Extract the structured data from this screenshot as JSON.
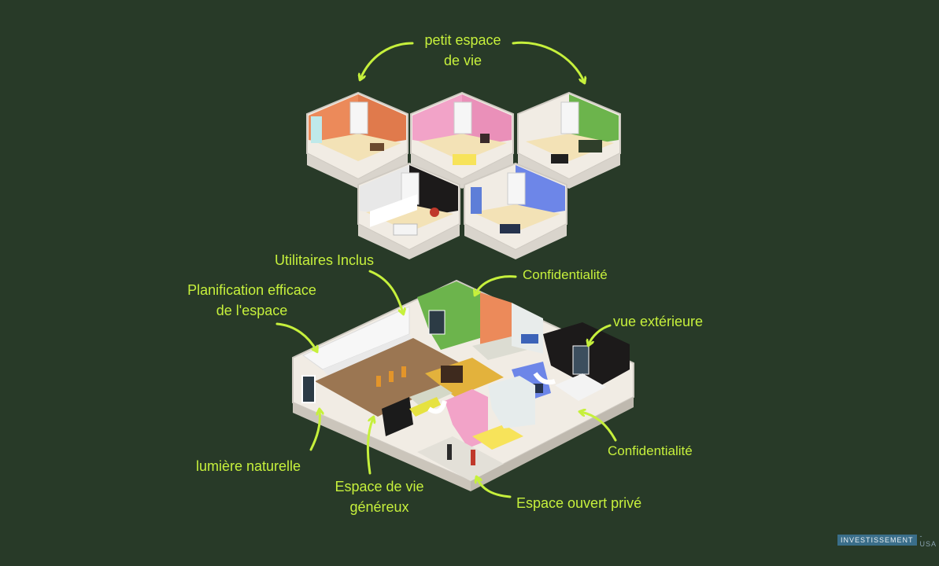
{
  "labels": {
    "petit_espace": [
      "petit espace",
      "de vie"
    ],
    "utilitaires": "Utilitaires Inclus",
    "confidentialite_top": "Confidentialité",
    "planification": [
      "Planification efficace",
      "de l'espace"
    ],
    "vue_exterieure": "vue extérieure",
    "lumiere": "lumière naturelle",
    "espace_de_vie": [
      "Espace de vie",
      "généreux"
    ],
    "espace_ouvert": "Espace ouvert privé",
    "confidentialite_bottom": "Confidentialité"
  },
  "brand": {
    "name": "INVESTISSEMENT",
    "suffix": "- USA"
  },
  "colors": {
    "background": "#283a28",
    "annotation": "#c6f03c",
    "rooms": [
      "#ec8a5a",
      "#f2a3c8",
      "#6cb44c",
      "#1c1a1a",
      "#6d86e8"
    ]
  }
}
